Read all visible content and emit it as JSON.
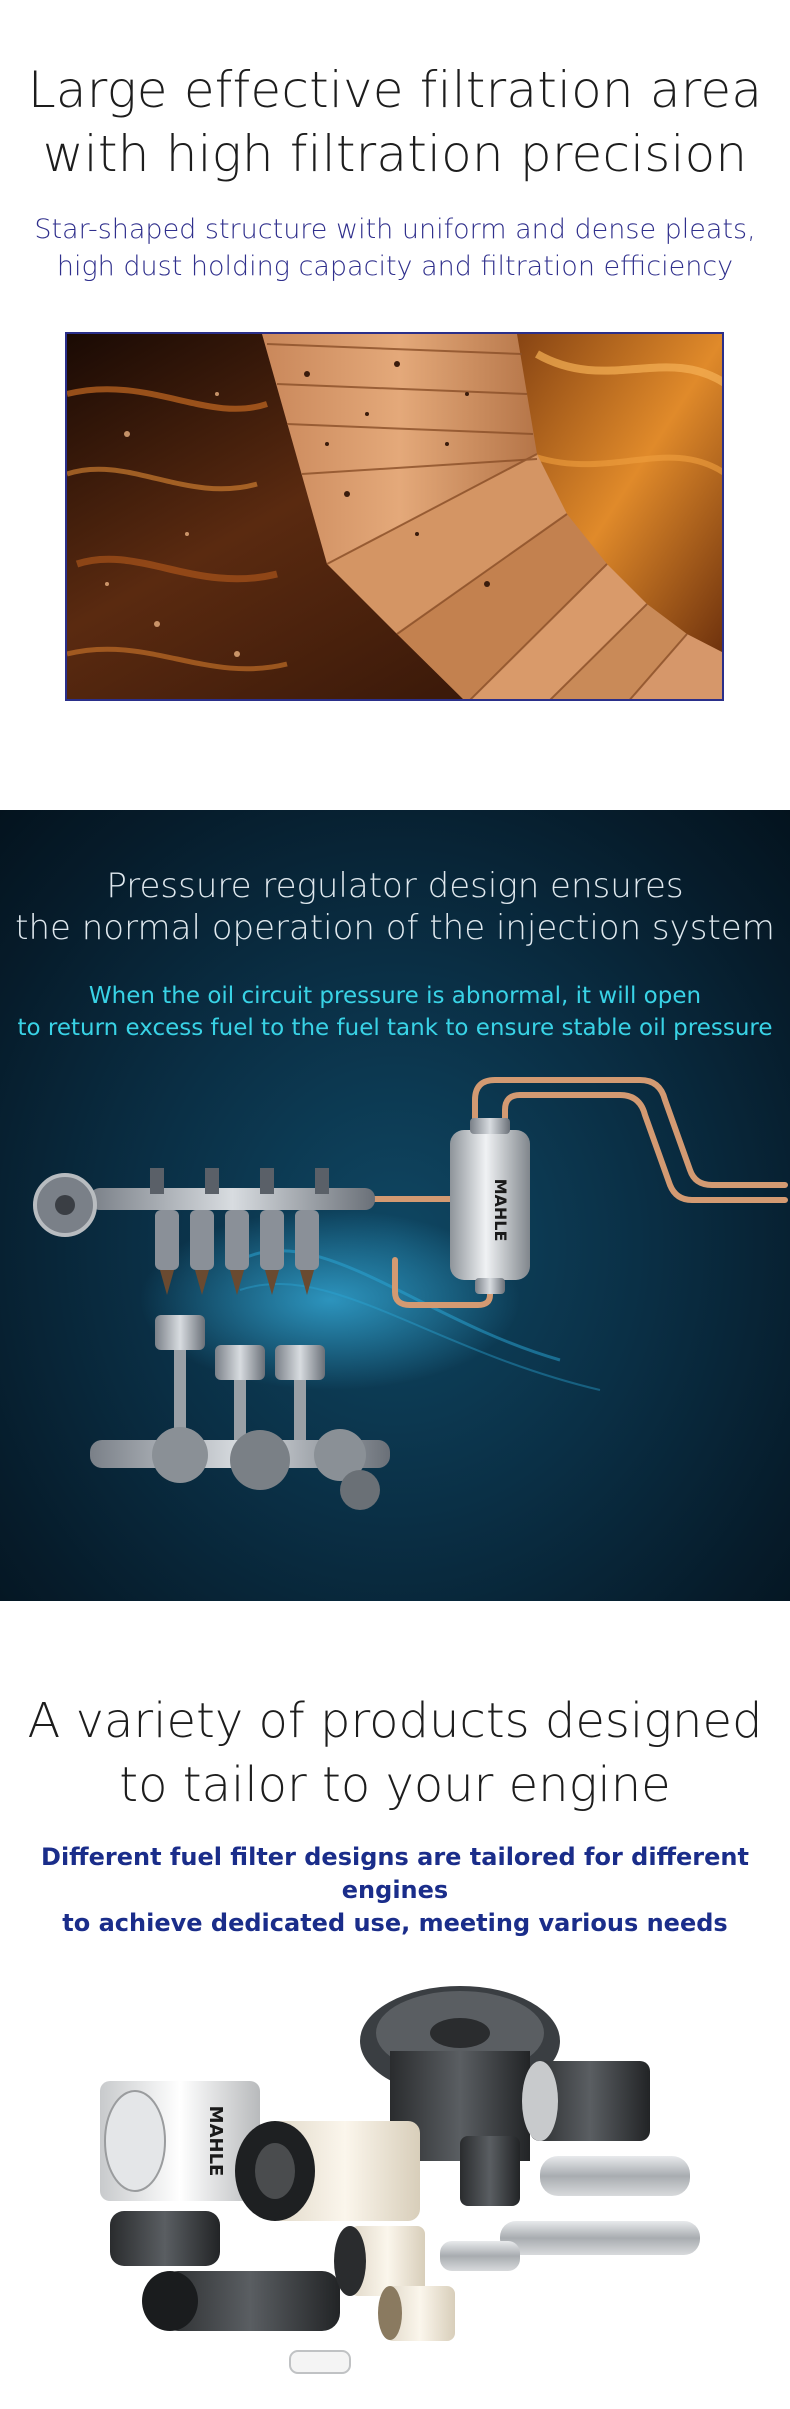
{
  "section1": {
    "title_lines": [
      "Large effective filtration area",
      "with high filtration precision"
    ],
    "subtitle_lines": [
      "Star-shaped structure with uniform and dense pleats,",
      "high dust holding capacity and filtration efficiency"
    ]
  },
  "section2": {
    "title_lines": [
      "Pressure regulator design ensures",
      "the normal operation of the injection system"
    ],
    "subtitle_lines": [
      "When the oil circuit pressure is abnormal, it will open",
      "to return excess fuel to the fuel tank to ensure stable oil pressure"
    ],
    "filter_brand": "MAHLE"
  },
  "section3": {
    "title_lines": [
      "A variety of products designed",
      "to tailor to your engine"
    ],
    "subtitle_lines": [
      "Different fuel filter designs are tailored for different engines",
      "to achieve dedicated use, meeting various needs"
    ],
    "product_brand": "MAHLE"
  },
  "colors": {
    "heading_dark": "#1d1d1d",
    "section1_subtitle": "#2f2f8c",
    "section2_title": "#dfe8ee",
    "section2_subtitle": "#39d3e6",
    "section3_subtitle": "#1a2d8a",
    "photo_border": "#2a2f8a"
  }
}
